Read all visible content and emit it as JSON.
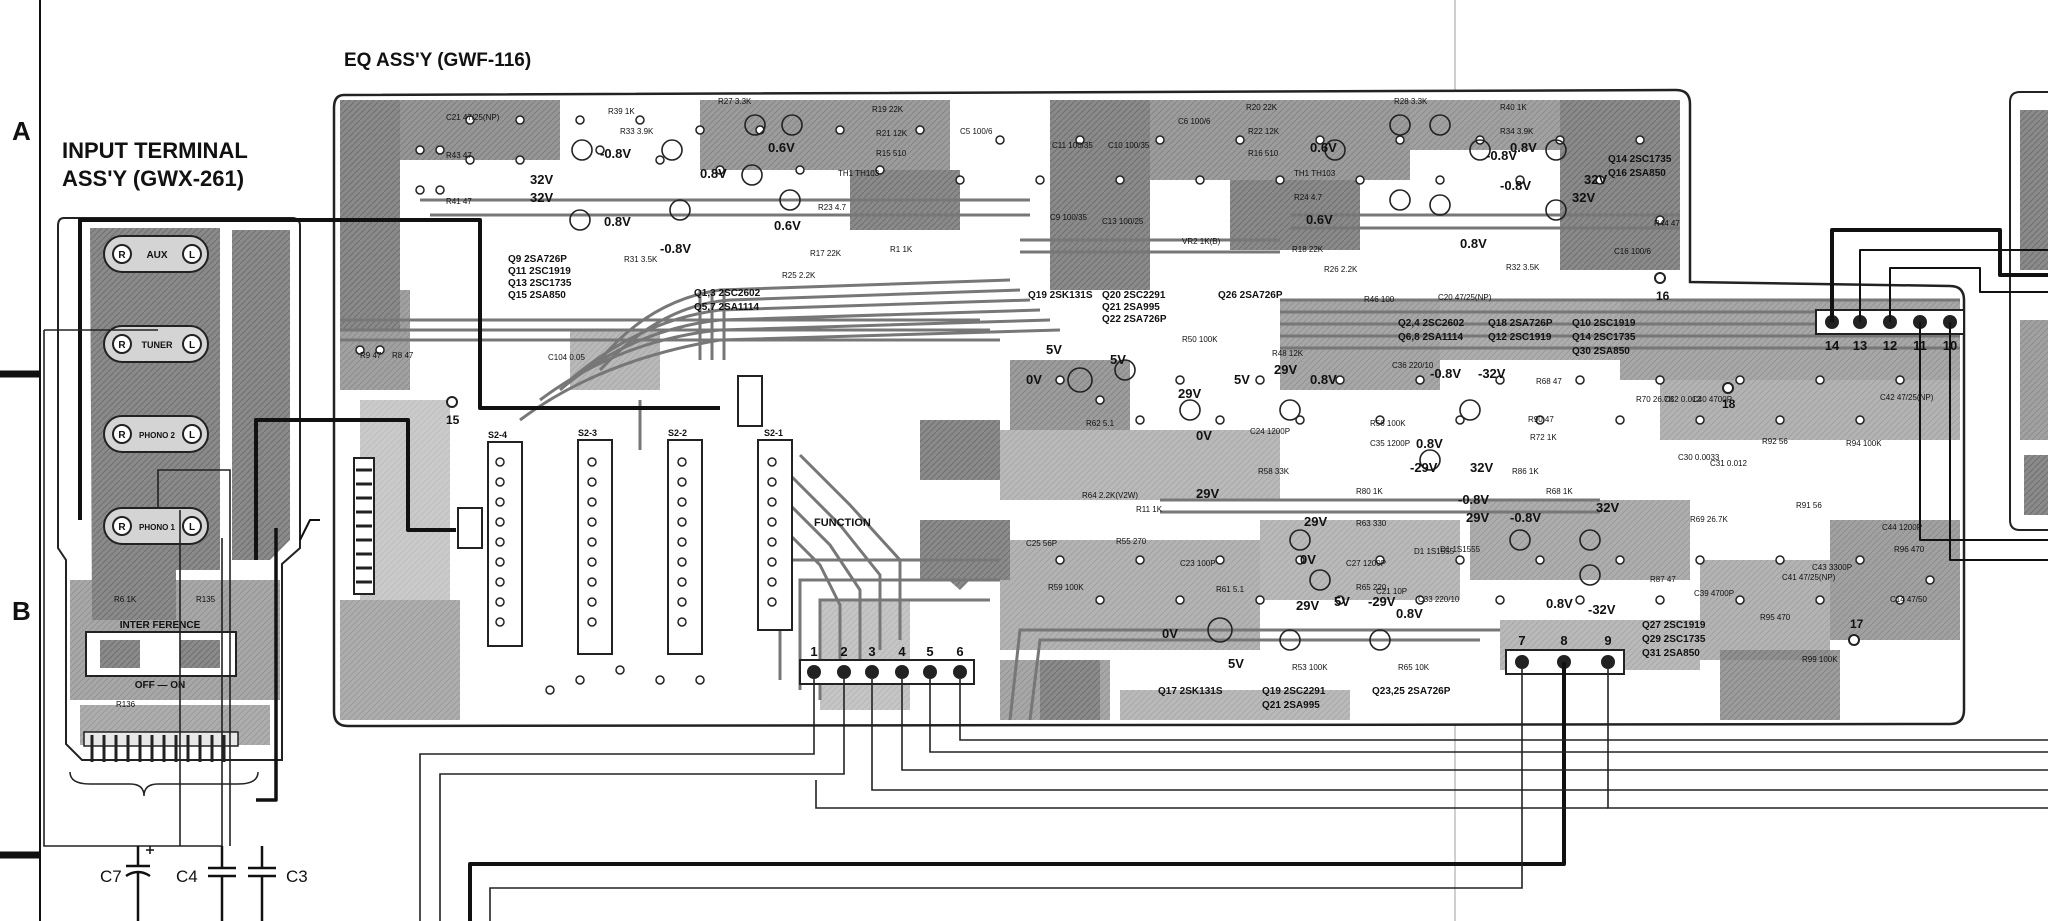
{
  "titles": {
    "eq_board": "EQ ASS'Y (GWF-116)",
    "input_board_line1": "INPUT TERMINAL",
    "input_board_line2": "ASS'Y (GWX-261)",
    "function_switch": "FUNCTION"
  },
  "row_markers": [
    "A",
    "B"
  ],
  "jacks": [
    {
      "label": "AUX",
      "left": "R",
      "right": "L"
    },
    {
      "label": "TUNER",
      "left": "R",
      "right": "L"
    },
    {
      "label": "PHONO 2",
      "left": "R",
      "right": "L"
    },
    {
      "label": "PHONO 1",
      "left": "R",
      "right": "L"
    }
  ],
  "interference": {
    "label": "INTER FERENCE",
    "switch": "OFF — ON"
  },
  "capacitors_bottom": [
    "C7",
    "C4",
    "C3"
  ],
  "terminals_bottom": [
    "1",
    "2",
    "3",
    "4",
    "5",
    "6"
  ],
  "terminals_bottom_right": [
    "7",
    "8",
    "9"
  ],
  "terminals_top_right": [
    "14",
    "13",
    "12",
    "11",
    "10"
  ],
  "node_labels": [
    "15",
    "16",
    "17",
    "18"
  ],
  "switch_labels": [
    "S2-4",
    "S2-3",
    "S2-2",
    "S2-1"
  ],
  "voltages": [
    {
      "text": "-0.8V"
    },
    {
      "text": "0.8V"
    },
    {
      "text": "32V"
    },
    {
      "text": "32V"
    },
    {
      "text": "0.8V"
    },
    {
      "text": "-0.8V"
    },
    {
      "text": "0.6V"
    },
    {
      "text": "0.6V"
    },
    {
      "text": "0.6V"
    },
    {
      "text": "0.6V"
    },
    {
      "text": "0.8V"
    },
    {
      "text": "-0.8V"
    },
    {
      "text": "-0.8V"
    },
    {
      "text": "0.8V"
    },
    {
      "text": "32V"
    },
    {
      "text": "32V"
    },
    {
      "text": "5V"
    },
    {
      "text": "5V"
    },
    {
      "text": "0V"
    },
    {
      "text": "29V"
    },
    {
      "text": "0V"
    },
    {
      "text": "5V"
    },
    {
      "text": "29V"
    },
    {
      "text": "0.8V"
    },
    {
      "text": "-0.8V"
    },
    {
      "text": "-32V"
    },
    {
      "text": "0.8V"
    },
    {
      "text": "32V"
    },
    {
      "text": "-29V"
    },
    {
      "text": "29V"
    },
    {
      "text": "-0.8V"
    },
    {
      "text": "29V"
    },
    {
      "text": "32V"
    },
    {
      "text": "-0.8V"
    },
    {
      "text": "29V"
    },
    {
      "text": "0V"
    },
    {
      "text": "29V"
    },
    {
      "text": "5V"
    },
    {
      "text": "0.8V"
    },
    {
      "text": "-29V"
    },
    {
      "text": "0V"
    },
    {
      "text": "5V"
    },
    {
      "text": "0.8V"
    },
    {
      "text": "-32V"
    }
  ],
  "transistor_lists": [
    {
      "lines": [
        "Q9 2SA726P",
        "Q11 2SC1919",
        "Q13 2SC1735",
        "Q15 2SA850"
      ]
    },
    {
      "lines": [
        "Q1,3 2SC2602",
        "Q5,7 2SA1114"
      ]
    },
    {
      "lines": [
        "Q19 2SK131S",
        "Q20 2SC2291",
        "Q21 2SA995",
        "Q22 2SA726P"
      ]
    },
    {
      "lines": [
        "Q26 2SA726P"
      ]
    },
    {
      "lines": [
        "Q2,4 2SC2602",
        "Q6,8 2SA1114"
      ]
    },
    {
      "lines": [
        "Q18 2SA726P",
        "Q12 2SC1919"
      ]
    },
    {
      "lines": [
        "Q10 2SC1919",
        "Q14 2SC1735",
        "Q30 2SA850"
      ]
    },
    {
      "lines": [
        "Q14 2SC1735",
        "Q16 2SA850"
      ]
    },
    {
      "lines": [
        "Q27 2SC1919",
        "Q29 2SC1735",
        "Q31 2SA850"
      ]
    },
    {
      "lines": [
        "Q17 2SK131S",
        "Q19 2SC2291",
        "Q21 2SA995",
        "Q23,25 2SA726P"
      ]
    }
  ],
  "component_labels": [
    {
      "text": "C21 47/25(NP)"
    },
    {
      "text": "R43 47"
    },
    {
      "text": "R41 47"
    },
    {
      "text": "R39 1K"
    },
    {
      "text": "R33 3.9K"
    },
    {
      "text": "R27 3.3K"
    },
    {
      "text": "R19 22K"
    },
    {
      "text": "R21 12K"
    },
    {
      "text": "R15 510"
    },
    {
      "text": "TH1 TH103"
    },
    {
      "text": "R23 4.7"
    },
    {
      "text": "R25 2.2K"
    },
    {
      "text": "R17 22K"
    },
    {
      "text": "R31 3.5K"
    },
    {
      "text": "C11 100/35"
    },
    {
      "text": "C9 100/35"
    },
    {
      "text": "R1 1K"
    },
    {
      "text": "C5 100/6"
    },
    {
      "text": "C13 100/25"
    },
    {
      "text": "C10 100/35"
    },
    {
      "text": "C6 100/6"
    },
    {
      "text": "R20 22K"
    },
    {
      "text": "R22 12K"
    },
    {
      "text": "R16 510"
    },
    {
      "text": "TH1 TH103"
    },
    {
      "text": "R24 4.7"
    },
    {
      "text": "R18 22K"
    },
    {
      "text": "R26 2.2K"
    },
    {
      "text": "VR2 1K(B)"
    },
    {
      "text": "R28 3.3K"
    },
    {
      "text": "R34 3.9K"
    },
    {
      "text": "R40 1K"
    },
    {
      "text": "C16 100/6"
    },
    {
      "text": "R32 3.5K"
    },
    {
      "text": "R44 47"
    },
    {
      "text": "R46 100"
    },
    {
      "text": "C20 47/25(NP)"
    },
    {
      "text": "R9 47"
    },
    {
      "text": "R8 47"
    },
    {
      "text": "C104 0.05"
    },
    {
      "text": "R50 100K"
    },
    {
      "text": "R48 12K"
    },
    {
      "text": "R62 5.1"
    },
    {
      "text": "C24 1200P"
    },
    {
      "text": "R58 33K"
    },
    {
      "text": "R64 2.2K(V2W)"
    },
    {
      "text": "C36 220/10"
    },
    {
      "text": "R56 100K"
    },
    {
      "text": "C35 1200P"
    },
    {
      "text": "R68 47"
    },
    {
      "text": "R70 26.7K"
    },
    {
      "text": "C32 0.012"
    },
    {
      "text": "C40 4700P"
    },
    {
      "text": "C42 47/25(NP)"
    },
    {
      "text": "R92 56"
    },
    {
      "text": "R94 100K"
    },
    {
      "text": "R90 47"
    },
    {
      "text": "R72 1K"
    },
    {
      "text": "R86 1K"
    },
    {
      "text": "D1 1S1555"
    },
    {
      "text": "R80 1K"
    },
    {
      "text": "R68 1K"
    },
    {
      "text": "C30 0.0033"
    },
    {
      "text": "C31 0.012"
    },
    {
      "text": "R91 56"
    },
    {
      "text": "C44 1200P"
    },
    {
      "text": "R96 470"
    },
    {
      "text": "R69 26.7K"
    },
    {
      "text": "C41 47/25(NP)"
    },
    {
      "text": "C43 3300P"
    },
    {
      "text": "C14 47/50"
    },
    {
      "text": "R95 470"
    },
    {
      "text": "R99 100K"
    },
    {
      "text": "R87 47"
    },
    {
      "text": "C25 56P"
    },
    {
      "text": "R59 100K"
    },
    {
      "text": "R55 270"
    },
    {
      "text": "C23 100P"
    },
    {
      "text": "R61 5.1"
    },
    {
      "text": "R53 100K"
    },
    {
      "text": "R63 330"
    },
    {
      "text": "C27 1200P"
    },
    {
      "text": "R65 220"
    },
    {
      "text": "R65 10K"
    },
    {
      "text": "C33 220/10"
    },
    {
      "text": "C21 10P"
    },
    {
      "text": "D1 1S1555"
    },
    {
      "text": "C39 4700P"
    },
    {
      "text": "R11 1K"
    },
    {
      "text": "R6 1K"
    },
    {
      "text": "R135"
    },
    {
      "text": "R136"
    }
  ]
}
